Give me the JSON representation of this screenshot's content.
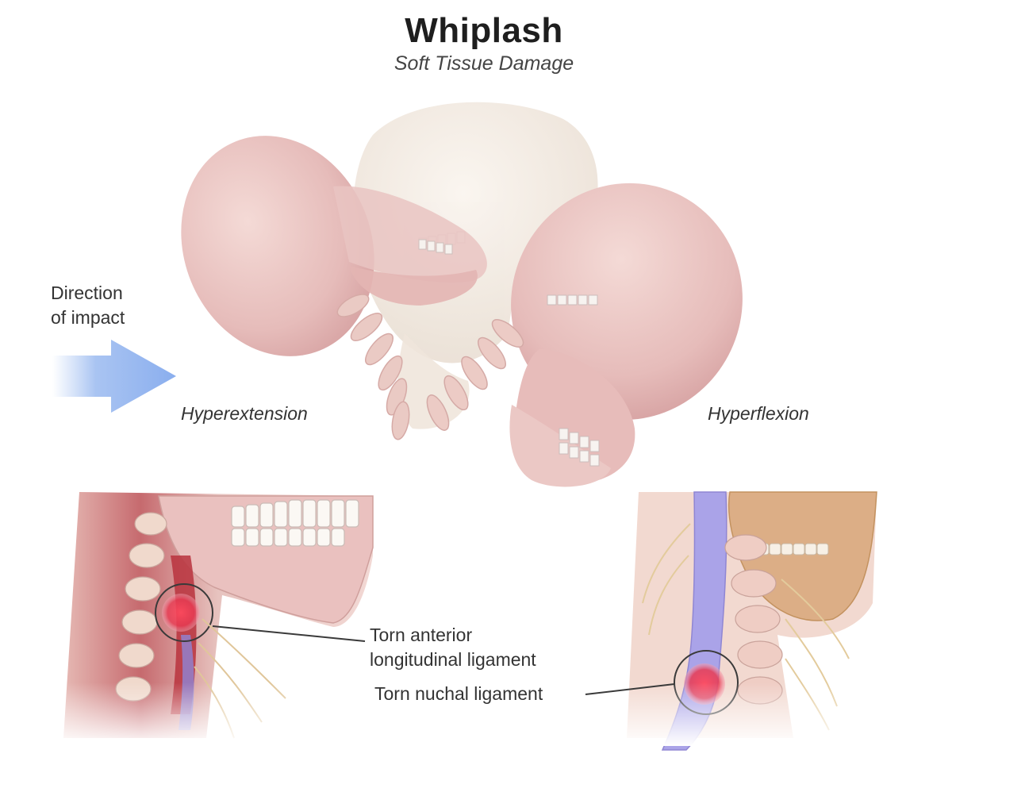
{
  "title": "Whiplash",
  "subtitle": "Soft Tissue Damage",
  "labels": {
    "direction_line1": "Direction",
    "direction_line2": "of impact",
    "hyperextension": "Hyperextension",
    "hyperflexion": "Hyperflexion",
    "torn_anterior_line1": "Torn anterior",
    "torn_anterior_line2": "longitudinal ligament",
    "torn_nuchal": "Torn nuchal ligament"
  },
  "colors": {
    "bone": "#e9c4c2",
    "ghost_skull": "#f3ece4",
    "arrow": "#8fb2ee",
    "injury": "#e0283c",
    "spinal_cord": "#a9a2e6"
  }
}
